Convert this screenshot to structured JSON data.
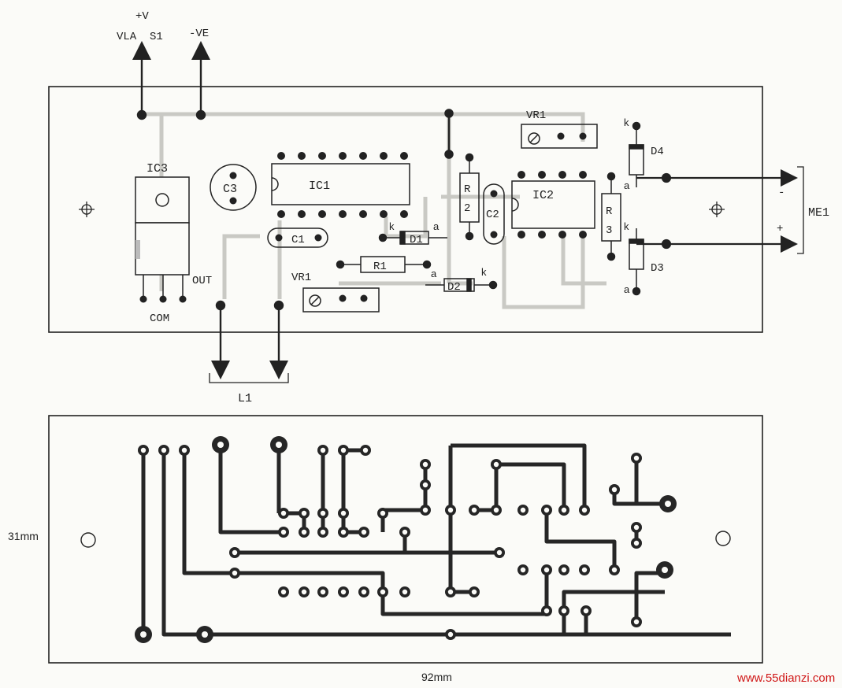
{
  "top_labels": {
    "plus_v": "+V",
    "vla": "VLA",
    "s1": "S1",
    "minus_ve": "-VE",
    "ic3": "IC3",
    "c3": "C3",
    "ic1": "IC1",
    "c1": "C1",
    "vr1_left": "VR1",
    "vr1_top": "VR1",
    "r1": "R1",
    "d1": "D1",
    "d2": "D2",
    "r2": "R\n2",
    "c2": "C2",
    "ic2": "IC2",
    "r3": "R\n3",
    "d4": "D4",
    "d3": "D3",
    "k": "k",
    "a": "a",
    "out": "OUT",
    "com": "COM",
    "l1": "L1",
    "me1": "ME1",
    "minus": "-",
    "plus": "+"
  },
  "dimensions": {
    "height": "31mm",
    "width": "92mm"
  },
  "watermark": "www.55dianzi.com",
  "colors": {
    "ink": "#222222",
    "trace": "#262626",
    "paper": "#fbfbf8",
    "watermark": "#d01818"
  }
}
